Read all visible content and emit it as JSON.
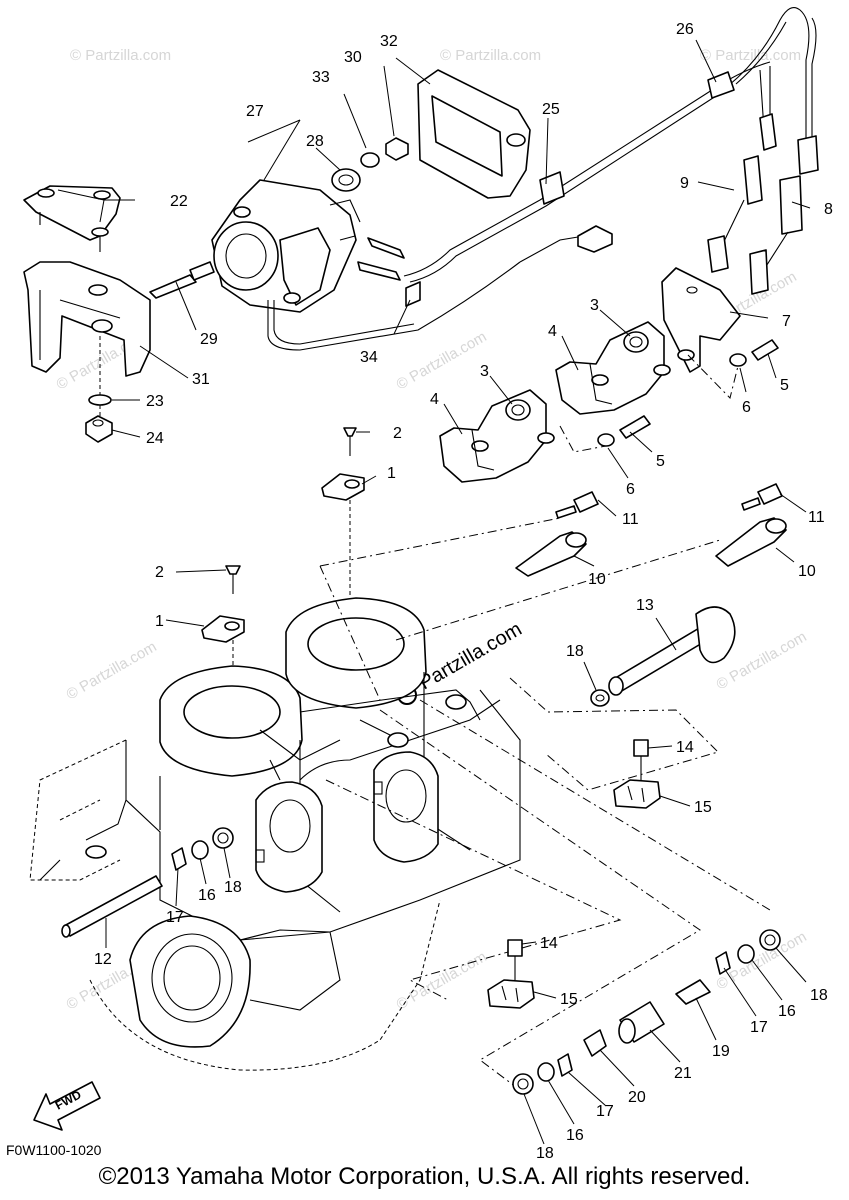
{
  "diagram": {
    "code": "F0W1100-1020",
    "copyright": "©2013 Yamaha Motor Corporation, U.S.A. All rights reserved.",
    "watermark": "© Partzilla.com",
    "watermark_main": "Partzilla.com",
    "fwd_label": "FWD",
    "callouts": [
      "1",
      "1",
      "2",
      "2",
      "3",
      "3",
      "4",
      "4",
      "5",
      "5",
      "6",
      "6",
      "7",
      "8",
      "9",
      "10",
      "10",
      "11",
      "11",
      "12",
      "13",
      "14",
      "14",
      "15",
      "15",
      "16",
      "16",
      "16",
      "17",
      "17",
      "17",
      "18",
      "18",
      "18",
      "18",
      "19",
      "20",
      "21",
      "22",
      "23",
      "24",
      "25",
      "26",
      "27",
      "28",
      "29",
      "30",
      "31",
      "32",
      "33",
      "34"
    ]
  }
}
